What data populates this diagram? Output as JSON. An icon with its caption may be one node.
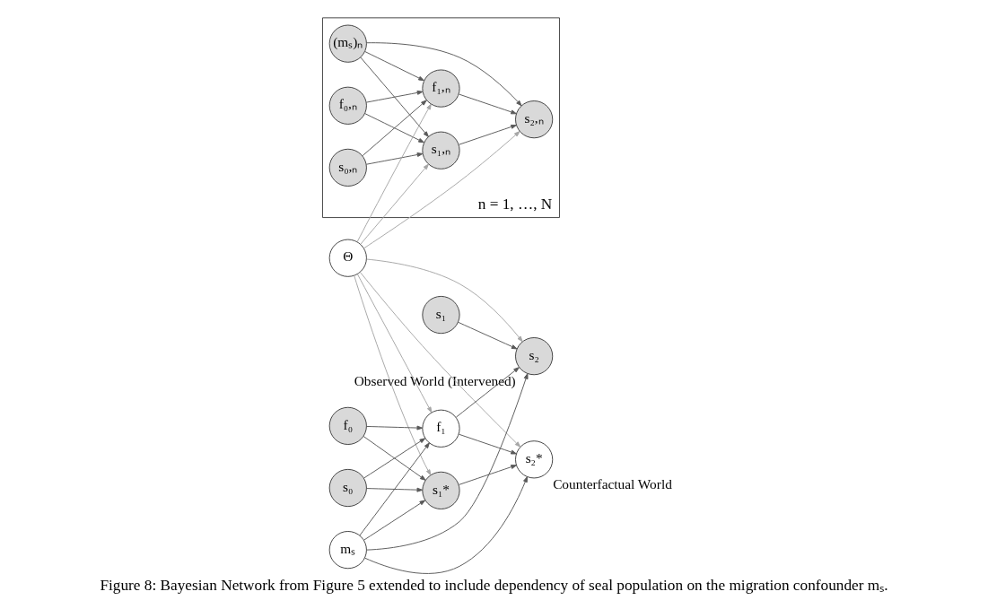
{
  "diagram": {
    "caption": "Figure 8: Bayesian Network from Figure 5 extended to include dependency of seal population on the migration confounder mₛ.",
    "nodes": [
      {
        "text": [
          "n = 1, …, N"
        ]
      },
      {
        "text": [
          "f₀,ₙ"
        ],
        "in": 0
      },
      {
        "text": [
          "(mₛ)ₙ"
        ],
        "in": 0
      },
      {
        "text": [
          "s₀,ₙ"
        ],
        "in": 0
      },
      {
        "text": [
          "f₁,ₙ"
        ],
        "in": 0
      },
      {
        "text": [
          "s₁,ₙ"
        ],
        "in": 0
      },
      {
        "text": [
          "s₂,ₙ"
        ],
        "in": 0
      },
      {
        "text": [
          "Θ"
        ]
      },
      {
        "text": [
          "f₀"
        ]
      },
      {
        "text": [
          "s₁"
        ]
      },
      {
        "text": [
          "s₂"
        ],
        "beside": [
          "Observed World (Intervened)"
        ]
      },
      {
        "text": [
          "mₛ"
        ]
      },
      {
        "text": [
          "f₁"
        ]
      },
      {
        "text": [
          "s₀"
        ]
      },
      {
        "text": [
          "s₁*"
        ]
      },
      {
        "text": [
          "s₂*"
        ],
        "beside": [
          "Counterfactual World"
        ]
      }
    ],
    "edges": [
      {
        "from": 1,
        "to": 4,
        "arrow": "to"
      },
      {
        "from": 1,
        "to": 5,
        "arrow": "to"
      },
      {
        "from": 2,
        "to": 4,
        "arrow": "to"
      },
      {
        "from": 2,
        "to": 5,
        "arrow": "to"
      },
      {
        "from": 2,
        "to": 6,
        "arrow": "to"
      },
      {
        "from": 3,
        "to": 4,
        "arrow": "to"
      },
      {
        "from": 3,
        "to": 5,
        "arrow": "to"
      },
      {
        "from": 4,
        "to": 6,
        "arrow": "to"
      },
      {
        "from": 5,
        "to": 6,
        "arrow": "to"
      },
      {
        "from": 7,
        "to": 5,
        "arrow": "to",
        "color": "#a6a6a6"
      },
      {
        "from": 7,
        "to": 6,
        "arrow": "to",
        "color": "#a6a6a6"
      },
      {
        "from": 7,
        "to": 4,
        "arrow": "to",
        "color": "#a6a6a6"
      },
      {
        "from": 7,
        "to": 12,
        "arrow": "to",
        "color": "#a6a6a6"
      },
      {
        "from": 7,
        "to": 10,
        "arrow": "to",
        "color": "#a6a6a6"
      },
      {
        "from": 7,
        "to": 14,
        "arrow": "to",
        "color": "#a6a6a6"
      },
      {
        "from": 7,
        "to": 15,
        "arrow": "to",
        "color": "#a6a6a6"
      },
      {
        "from": 8,
        "to": 12,
        "arrow": "to"
      },
      {
        "from": 8,
        "to": 14,
        "arrow": "to"
      },
      {
        "from": 9,
        "to": 10,
        "arrow": "to"
      },
      {
        "from": 11,
        "to": 10,
        "arrow": "to"
      },
      {
        "from": 11,
        "to": 12,
        "arrow": "to"
      },
      {
        "from": 11,
        "to": 14,
        "arrow": "to"
      },
      {
        "from": 11,
        "to": 15,
        "arrow": "to"
      },
      {
        "from": 12,
        "to": 10,
        "arrow": "to"
      },
      {
        "from": 12,
        "to": 15,
        "arrow": "to"
      },
      {
        "from": 13,
        "to": 12,
        "arrow": "to"
      },
      {
        "from": 13,
        "to": 14,
        "arrow": "to"
      },
      {
        "from": 14,
        "to": 15,
        "arrow": "to"
      }
    ]
  }
}
